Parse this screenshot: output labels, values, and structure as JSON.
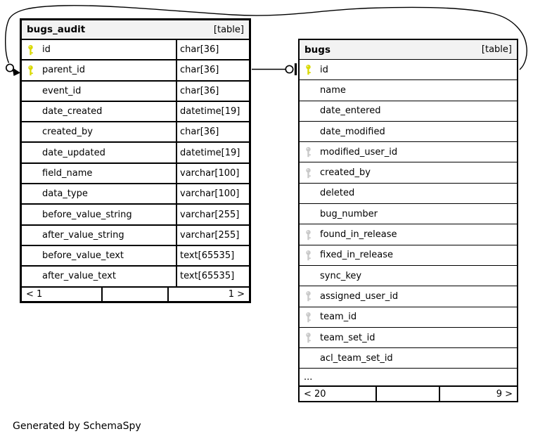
{
  "footer_note": "Generated by SchemaSpy",
  "colors": {
    "primary_key": "#d9d900",
    "foreign_key": "#c9c9c9",
    "header_bg": "#f2f2f2",
    "line": "#000000"
  },
  "tables": [
    {
      "name": "bugs_audit",
      "badge": "[table]",
      "show_types": true,
      "columns": [
        {
          "name": "id",
          "type": "char[36]",
          "key": "primary"
        },
        {
          "name": "parent_id",
          "type": "char[36]",
          "key": "primary"
        },
        {
          "name": "event_id",
          "type": "char[36]",
          "key": "none"
        },
        {
          "name": "date_created",
          "type": "datetime[19]",
          "key": "none"
        },
        {
          "name": "created_by",
          "type": "char[36]",
          "key": "none"
        },
        {
          "name": "date_updated",
          "type": "datetime[19]",
          "key": "none"
        },
        {
          "name": "field_name",
          "type": "varchar[100]",
          "key": "none"
        },
        {
          "name": "data_type",
          "type": "varchar[100]",
          "key": "none"
        },
        {
          "name": "before_value_string",
          "type": "varchar[255]",
          "key": "none"
        },
        {
          "name": "after_value_string",
          "type": "varchar[255]",
          "key": "none"
        },
        {
          "name": "before_value_text",
          "type": "text[65535]",
          "key": "none"
        },
        {
          "name": "after_value_text",
          "type": "text[65535]",
          "key": "none"
        }
      ],
      "footer": {
        "left": "< 1",
        "middle": "",
        "right": "1 >"
      }
    },
    {
      "name": "bugs",
      "badge": "[table]",
      "show_types": false,
      "columns": [
        {
          "name": "id",
          "type": "",
          "key": "primary"
        },
        {
          "name": "name",
          "type": "",
          "key": "none"
        },
        {
          "name": "date_entered",
          "type": "",
          "key": "none"
        },
        {
          "name": "date_modified",
          "type": "",
          "key": "none"
        },
        {
          "name": "modified_user_id",
          "type": "",
          "key": "foreign"
        },
        {
          "name": "created_by",
          "type": "",
          "key": "foreign"
        },
        {
          "name": "deleted",
          "type": "",
          "key": "none"
        },
        {
          "name": "bug_number",
          "type": "",
          "key": "none"
        },
        {
          "name": "found_in_release",
          "type": "",
          "key": "foreign"
        },
        {
          "name": "fixed_in_release",
          "type": "",
          "key": "foreign"
        },
        {
          "name": "sync_key",
          "type": "",
          "key": "none"
        },
        {
          "name": "assigned_user_id",
          "type": "",
          "key": "foreign"
        },
        {
          "name": "team_id",
          "type": "",
          "key": "foreign"
        },
        {
          "name": "team_set_id",
          "type": "",
          "key": "foreign"
        },
        {
          "name": "acl_team_set_id",
          "type": "",
          "key": "none"
        }
      ],
      "ellipsis_label": "...",
      "footer": {
        "left": "< 20",
        "middle": "",
        "right": "9 >"
      }
    }
  ]
}
